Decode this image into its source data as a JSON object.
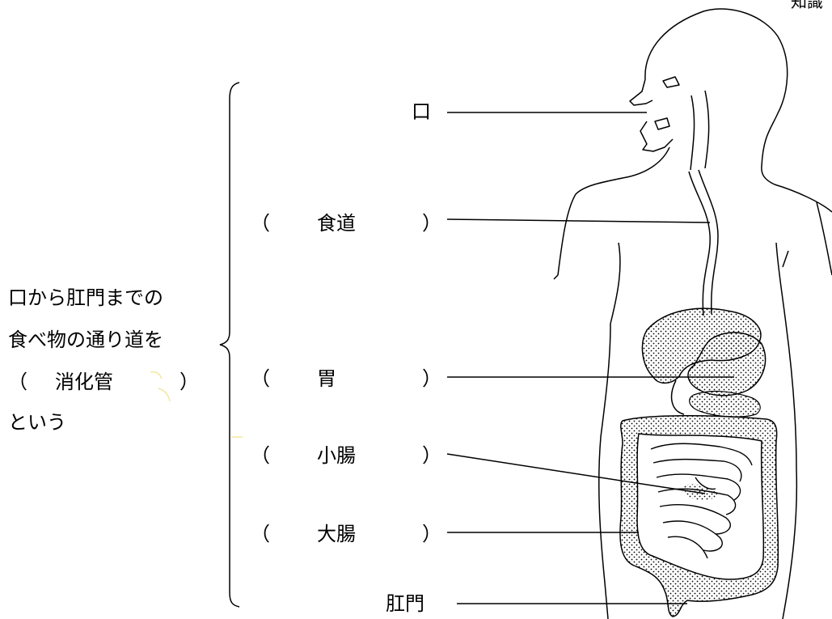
{
  "corner_label": "知識",
  "mouth_label": "口",
  "anus_label": "肛門",
  "left_note": {
    "line1": "口から肛門までの",
    "line2": "食べ物の通り道を",
    "line3_open": "（",
    "line3_term": "消化管",
    "line3_close": "）",
    "line4": "という"
  },
  "organs": [
    {
      "open": "（",
      "name": "食道",
      "close": "）"
    },
    {
      "open": "（",
      "name": "胃",
      "close": "）"
    },
    {
      "open": "（",
      "name": "小腸",
      "close": "）"
    },
    {
      "open": "（",
      "name": "大腸",
      "close": "）"
    }
  ]
}
